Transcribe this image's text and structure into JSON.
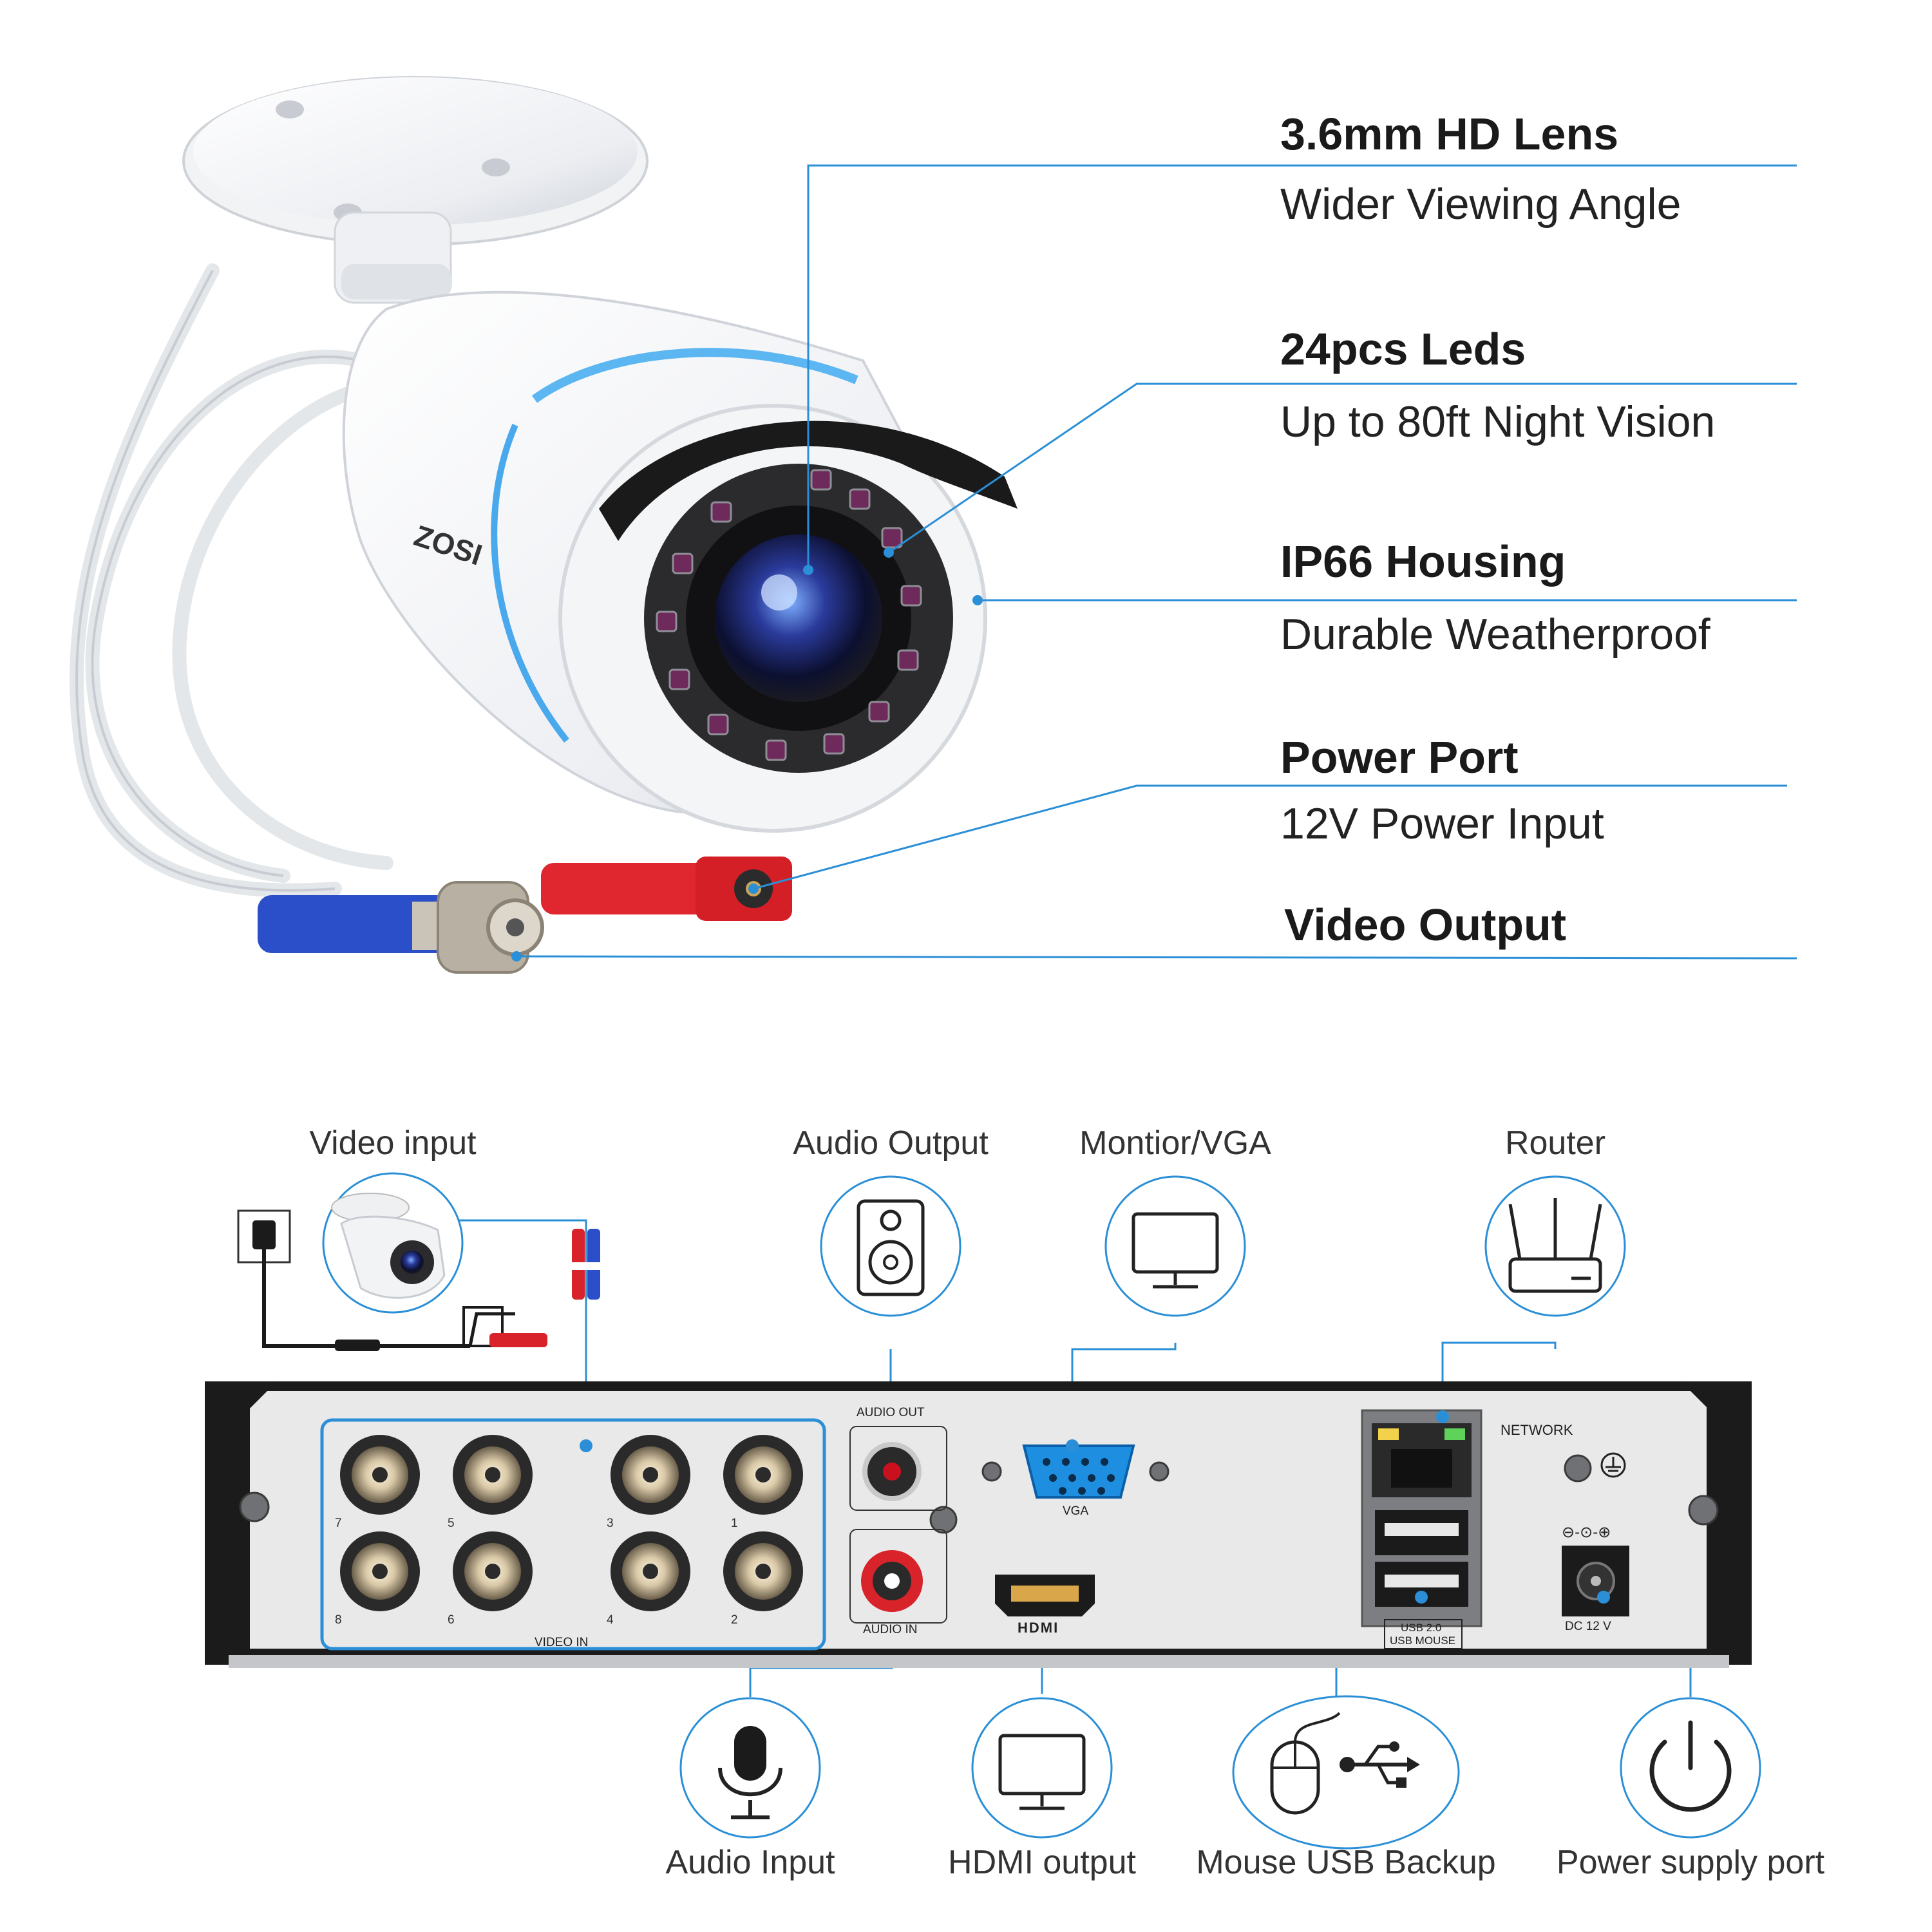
{
  "features": [
    {
      "title": "3.6mm HD Lens",
      "subtitle": "Wider Viewing Angle"
    },
    {
      "title": "24pcs Leds",
      "subtitle": "Up to 80ft Night Vision"
    },
    {
      "title": "IP66 Housing",
      "subtitle": "Durable Weatherproof"
    },
    {
      "title": "Power Port",
      "subtitle": "12V Power Input"
    },
    {
      "title": "Video Output",
      "subtitle": ""
    }
  ],
  "camera": {
    "brand": "ZOSI"
  },
  "connections_top": [
    {
      "label": "Video input",
      "icon": "camera-power-icon"
    },
    {
      "label": "Audio Output",
      "icon": "speaker-icon"
    },
    {
      "label": "Montior/VGA",
      "icon": "monitor-icon"
    },
    {
      "label": "Router",
      "icon": "router-icon"
    }
  ],
  "connections_bottom": [
    {
      "label": "Audio Input",
      "icon": "microphone-icon"
    },
    {
      "label": "HDMI output",
      "icon": "monitor-icon"
    },
    {
      "label": "Mouse USB Backup",
      "icon": "mouse-usb-icon"
    },
    {
      "label": "Power supply port",
      "icon": "power-icon"
    }
  ],
  "dvr_panel": {
    "audio_out": "AUDIO OUT",
    "audio_in": "AUDIO IN",
    "vga": "VGA",
    "hdmi": "HDMI",
    "network": "NETWORK",
    "usb_line1": "USB 2.0",
    "usb_line2": "USB MOUSE",
    "dc": "DC 12 V",
    "polarity": "⊖-⊙-⊕",
    "video_in": "VIDEO IN",
    "bnc_numbers_top": [
      "7",
      "5",
      "3",
      "1"
    ],
    "bnc_numbers_bottom": [
      "8",
      "6",
      "4",
      "2"
    ]
  },
  "colors": {
    "accent": "#2a8fd6",
    "panel": "#e9e9ea",
    "frame": "#1b1b1b"
  }
}
